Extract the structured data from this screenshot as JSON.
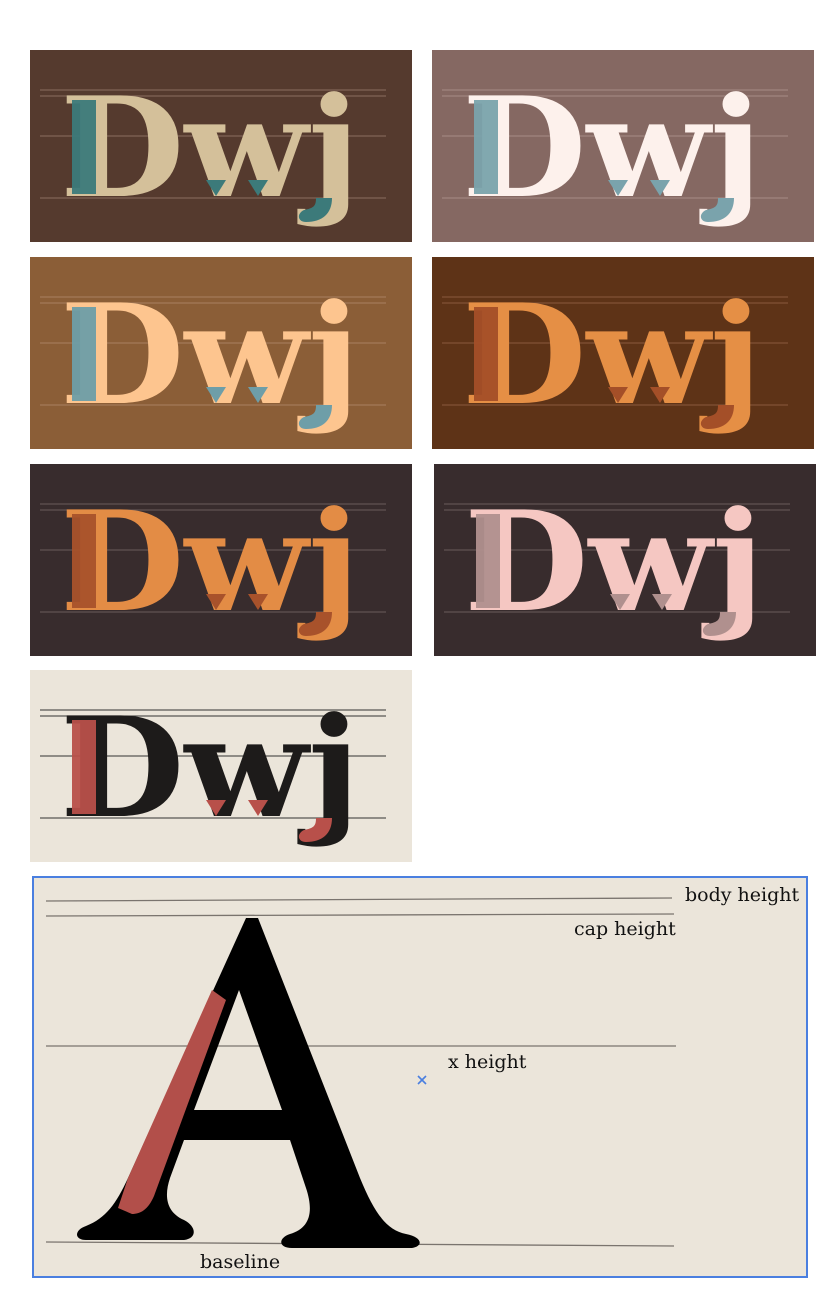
{
  "specimen": {
    "text": "Dwj",
    "variants": [
      {
        "bg": "#553a2e",
        "fill": "#d4c09a",
        "accent": "#3c7a7a",
        "rule": "#8a6e60"
      },
      {
        "bg": "#856862",
        "fill": "#fdf1ec",
        "accent": "#7aa3ac",
        "rule": "#a68c86"
      },
      {
        "bg": "#8b5e37",
        "fill": "#fdc58f",
        "accent": "#6e9ea8",
        "rule": "#a88060"
      },
      {
        "bg": "#5e3317",
        "fill": "#e58f45",
        "accent": "#a44f28",
        "rule": "#8a5a3c"
      },
      {
        "bg": "#382c2d",
        "fill": "#e38c45",
        "accent": "#a8522b",
        "rule": "#6a5c5c"
      },
      {
        "bg": "#382c2d",
        "fill": "#f5c7c2",
        "accent": "#b0908e",
        "rule": "#6a5c5c"
      },
      {
        "bg": "#ebe5da",
        "fill": "#1d1b1a",
        "accent": "#b8504a",
        "rule": "#333333"
      }
    ]
  },
  "diagram": {
    "letter": "A",
    "labels": {
      "body_height": "body height",
      "cap_height": "cap height",
      "x_height": "x height",
      "baseline": "baseline"
    },
    "colors": {
      "border": "#4a7fe0",
      "letter": "#000000",
      "accent": "#b24f4a",
      "rule": "#7a746e",
      "marker": "#4a7fe0"
    }
  }
}
